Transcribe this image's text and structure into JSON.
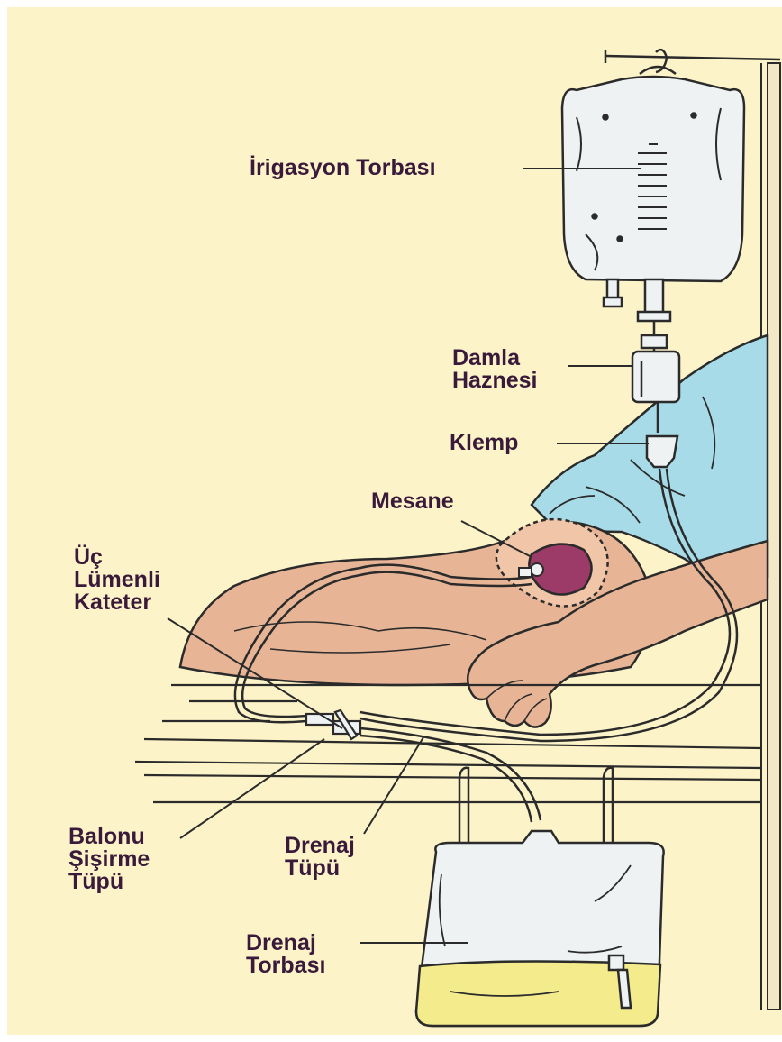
{
  "labels": {
    "irrigation_bag": "İrigasyon Torbası",
    "drip_chamber": [
      "Damla",
      "Haznesi"
    ],
    "clamp": "Klemp",
    "bladder": "Mesane",
    "catheter": [
      "Üç",
      "Lümenli",
      "Kateter"
    ],
    "balloon_tube": [
      "Balonu",
      "Şişirme",
      "Tüpü"
    ],
    "drain_tube": [
      "Drenaj",
      "Tüpü"
    ],
    "drain_bag": [
      "Drenaj",
      "Torbası"
    ]
  },
  "colors": {
    "background": "#fdf3c8",
    "outline": "#2b2b2b",
    "label_text": "#3a1a3a",
    "skin": "#e7b596",
    "gown": "#a8dbe8",
    "bladder": "#9c3b68",
    "urine": "#f4eb8c",
    "bag": "#eef2f2"
  }
}
